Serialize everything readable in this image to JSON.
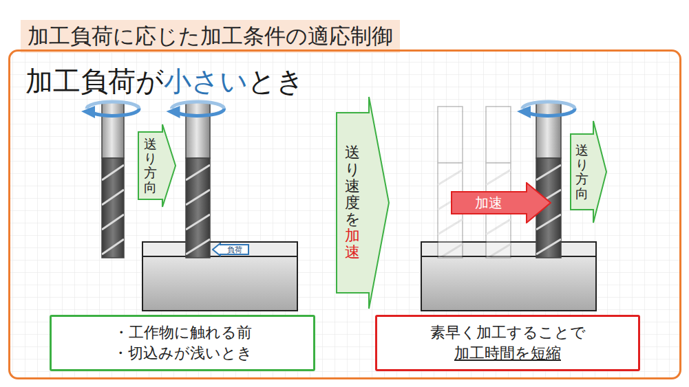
{
  "diagram": {
    "title": "加工負荷に応じた加工条件の適応制御",
    "nodes": [
      {
        "text": [
          "加工負荷が",
          "小さい",
          "とき"
        ]
      },
      {
        "text": [
          "・工作物に触れる前",
          "・切込みが浅いとき"
        ],
        "in": 0
      },
      {
        "text": [
          "素早く加工することで",
          "加工時間を短縮"
        ],
        "in": 0
      },
      {
        "text": [
          "送り速度を",
          "加速"
        ],
        "in": 0
      },
      {
        "text": [
          "送り方向"
        ],
        "in": 0
      },
      {
        "text": [
          "加速"
        ],
        "in": 0
      },
      {
        "text": [
          "送り方向"
        ],
        "in": 0
      },
      {
        "text": [
          "負荷"
        ],
        "in": 0
      }
    ]
  }
}
